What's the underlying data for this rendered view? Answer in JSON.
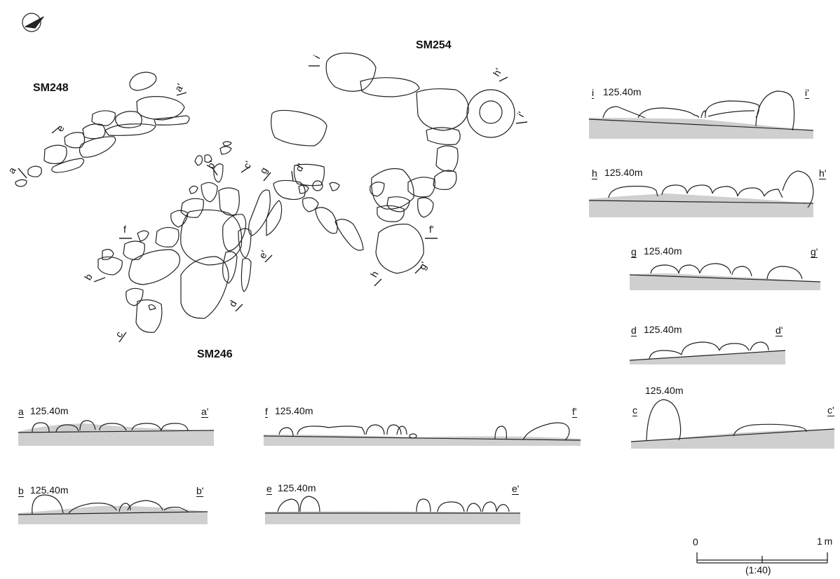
{
  "features": {
    "sm248": "SM248",
    "sm246": "SM246",
    "sm254": "SM254"
  },
  "elevation": "125.40m",
  "plan_labels": {
    "a": "a",
    "a_p": "a'",
    "b": "b",
    "b_p": "b'",
    "c": "c",
    "c_p": "c'",
    "d": "d",
    "d_p": "d'",
    "e": "e",
    "e_p": "e'",
    "f": "f",
    "f_p": "f'",
    "g": "g",
    "g_p": "g'",
    "h": "h",
    "h_p": "h'",
    "i": "i",
    "i_p": "i'"
  },
  "sections": {
    "a": {
      "left": "a",
      "right": "a'",
      "elev": "125.40m"
    },
    "b": {
      "left": "b",
      "right": "b'",
      "elev": "125.40m"
    },
    "c": {
      "left": "c",
      "right": "c'",
      "elev": "125.40m"
    },
    "d": {
      "left": "d",
      "right": "d'",
      "elev": "125.40m"
    },
    "e": {
      "left": "e",
      "right": "e'",
      "elev": "125.40m"
    },
    "f": {
      "left": "f",
      "right": "f'",
      "elev": "125.40m"
    },
    "g": {
      "left": "g",
      "right": "g'",
      "elev": "125.40m"
    },
    "h": {
      "left": "h",
      "right": "h'",
      "elev": "125.40m"
    },
    "i": {
      "left": "i",
      "right": "i'",
      "elev": "125.40m"
    }
  },
  "scale": {
    "zero": "0",
    "end": "1 m",
    "ratio": "(1:40)"
  }
}
